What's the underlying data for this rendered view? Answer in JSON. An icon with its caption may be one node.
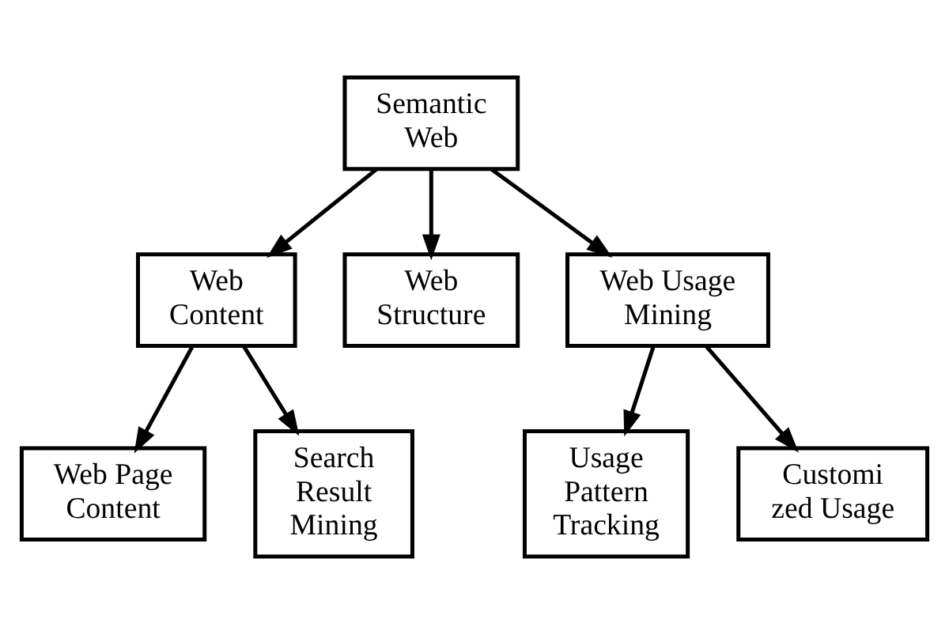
{
  "diagram": {
    "nodes": [
      {
        "text": [
          "Semantic Web"
        ]
      },
      {
        "text": [
          "Web Content"
        ]
      },
      {
        "text": [
          "Web Structure"
        ]
      },
      {
        "text": [
          "Web Usage Mining"
        ]
      },
      {
        "text": [
          "Web Page Content"
        ]
      },
      {
        "text": [
          "Search Result Mining"
        ]
      },
      {
        "text": [
          "Usage Pattern Tracking"
        ]
      },
      {
        "text": [
          "Customi zed Usage"
        ]
      }
    ],
    "edges": [
      {
        "from": 0,
        "to": 1,
        "arrow": "to"
      },
      {
        "from": 0,
        "to": 2,
        "arrow": "to"
      },
      {
        "from": 0,
        "to": 3,
        "arrow": "to"
      },
      {
        "from": 1,
        "to": 4,
        "arrow": "to"
      },
      {
        "from": 1,
        "to": 5,
        "arrow": "to"
      },
      {
        "from": 3,
        "to": 6,
        "arrow": "to"
      },
      {
        "from": 3,
        "to": 7,
        "arrow": "to"
      }
    ]
  }
}
